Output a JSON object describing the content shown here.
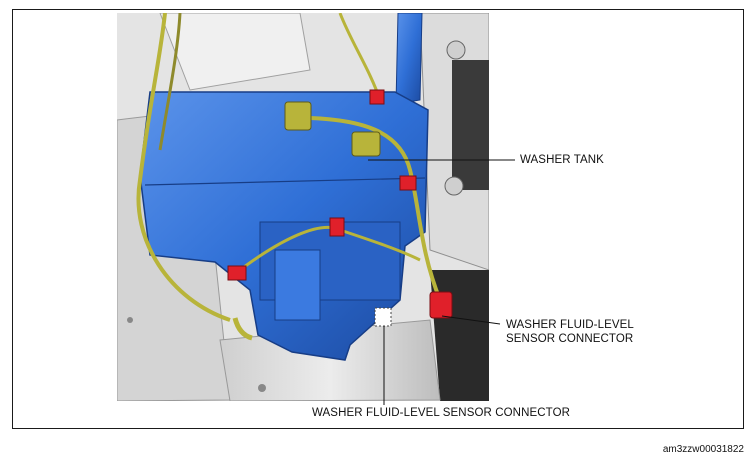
{
  "labels": {
    "washer_tank": "WASHER TANK",
    "sensor_connector_right_line1": "WASHER FLUID-LEVEL",
    "sensor_connector_right_line2": "SENSOR CONNECTOR",
    "sensor_connector_bottom": "WASHER FLUID-LEVEL SENSOR CONNECTOR"
  },
  "reference_code": "am3zzw00031822",
  "colors": {
    "tank_blue": "#2f6fd6",
    "tank_blue_dark": "#1f4fa8",
    "harness_yellow": "#b8b43a",
    "clip_red": "#e0202a",
    "body_gray": "#d8d8d8"
  }
}
